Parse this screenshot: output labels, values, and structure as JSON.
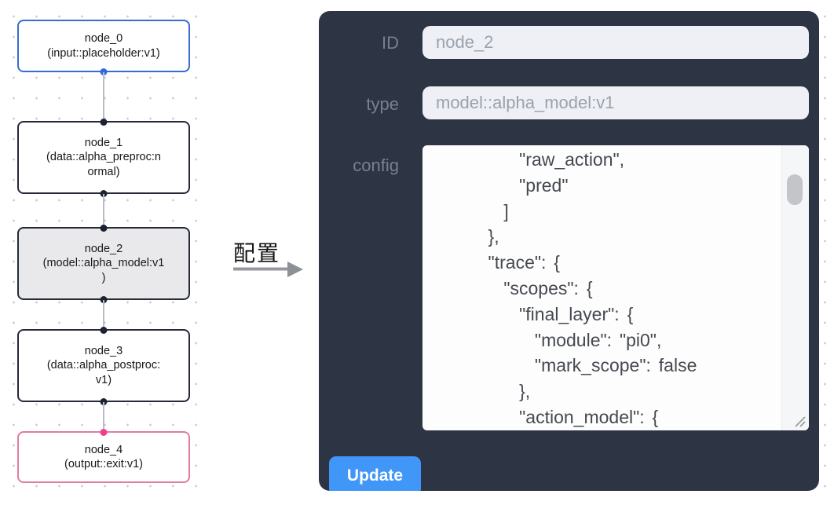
{
  "flow": {
    "edge_color": "#b9bdc3",
    "nodes": [
      {
        "id": "node_0",
        "lines": [
          "node_0",
          "(input::placeholder:v1)"
        ],
        "border": "#3a6bd0",
        "bg": "#ffffff",
        "selected": false,
        "handles": {
          "top": null,
          "bottom": "#2d6ae3"
        }
      },
      {
        "id": "node_1",
        "lines": [
          "node_1",
          "(data::alpha_preproc:n",
          "ormal)"
        ],
        "border": "#252a38",
        "bg": "#ffffff",
        "selected": false,
        "handles": {
          "top": "#1c2230",
          "bottom": "#1c2230"
        }
      },
      {
        "id": "node_2",
        "lines": [
          "node_2",
          "(model::alpha_model:v1",
          ")"
        ],
        "border": "#252a38",
        "bg": "#e9e9eb",
        "selected": true,
        "handles": {
          "top": "#1c2230",
          "bottom": "#1c2230"
        }
      },
      {
        "id": "node_3",
        "lines": [
          "node_3",
          "(data::alpha_postproc:",
          "v1)"
        ],
        "border": "#252a38",
        "bg": "#ffffff",
        "selected": false,
        "handles": {
          "top": "#1c2230",
          "bottom": "#1c2230"
        }
      },
      {
        "id": "node_4",
        "lines": [
          "node_4",
          "(output::exit:v1)"
        ],
        "border": "#e07ba3",
        "bg": "#ffffff",
        "selected": false,
        "handles": {
          "top": "#f23e88",
          "bottom": null
        }
      }
    ]
  },
  "transfer": {
    "label": "配置",
    "arrow_color": "#95999f"
  },
  "panel": {
    "bg": "#2d3544",
    "fields": [
      {
        "label": "ID",
        "value": "node_2"
      },
      {
        "label": "type",
        "value": "model::alpha_model:v1"
      }
    ],
    "config": {
      "label": "config",
      "lines": [
        "        \"raw_action\",",
        "        \"pred\"",
        "      ]",
        "    },",
        "    \"trace\": {",
        "      \"scopes\": {",
        "        \"final_layer\": {",
        "          \"module\": \"pi0\",",
        "          \"mark_scope\": false",
        "        },",
        "        \"action_model\": {"
      ]
    },
    "update_button": {
      "label": "Update",
      "color": "#4197f7"
    }
  }
}
